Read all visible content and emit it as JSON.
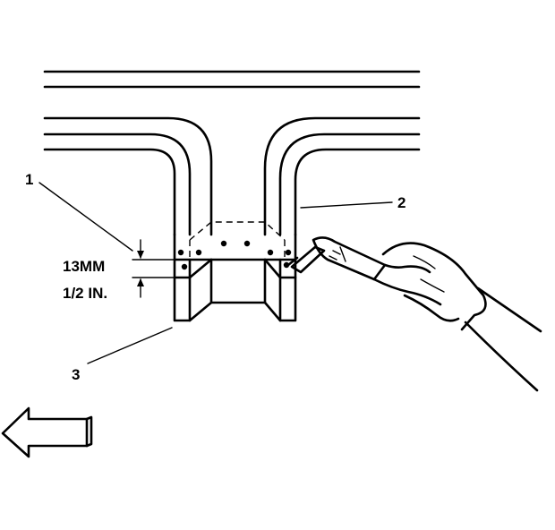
{
  "callouts": {
    "item_1": "1",
    "item_2": "2",
    "item_3": "3"
  },
  "dimension": {
    "metric": "13MM",
    "imperial": "1/2 IN."
  },
  "icons": {
    "direction_arrow": "left-arrow-icon",
    "welding_torch": "mig-welding-torch-icon",
    "gloved_hand": "gloved-hand-icon"
  },
  "colors": {
    "line": "#000000",
    "background": "#ffffff"
  }
}
